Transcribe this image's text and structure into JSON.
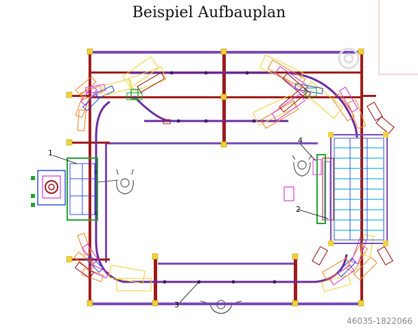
{
  "title": "Beispiel Aufbauplan",
  "callouts": [
    "1",
    "2",
    "3",
    "4"
  ],
  "reference_code": "46035-1822066",
  "colors": {
    "rail_purple": "#6a2a9c",
    "rail_red": "#9e1a1a",
    "frame_purple": "#7b4ab8",
    "yellow": "#f2d23c",
    "orange": "#ef8b2c",
    "blue": "#2f4fd6",
    "cyan": "#1fb5e8",
    "green": "#23a233",
    "magenta": "#d33ad3"
  }
}
